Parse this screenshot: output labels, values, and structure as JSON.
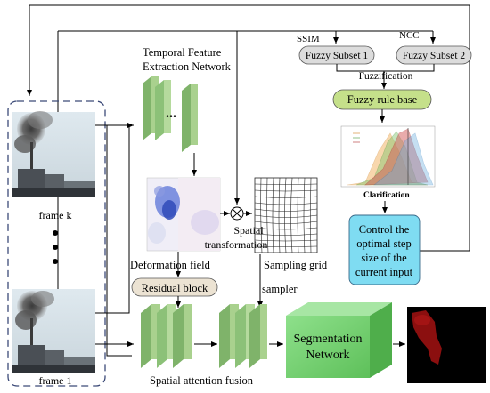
{
  "labels": {
    "temporal_network": [
      "Temporal Feature",
      "Extraction Network"
    ],
    "frame_k": "frame k",
    "frame_1": "frame 1",
    "ssim": "SSIM",
    "ncc": "NCC",
    "fuzzy_subset_1": "Fuzzy Subset 1",
    "fuzzy_subset_2": "Fuzzy Subset 2",
    "fuzzification": "Fuzzification",
    "fuzzy_rule_base": "Fuzzy rule base",
    "clarification": "Clarification",
    "control_box": [
      "Control the",
      "optimal step",
      "size of the",
      "current input"
    ],
    "spatial_transformation": [
      "Spatial",
      "transformation"
    ],
    "deformation_field": "Deformation field",
    "sampling_grid": "Sampling grid",
    "residual_block": "Residual block",
    "sampler": "sampler",
    "spatial_attention_fusion": "Spatial attention fusion",
    "segmentation_network": [
      "Segmentation",
      "Network"
    ],
    "ellipsis": "...",
    "multiply_symbol": "⊗"
  },
  "colors": {
    "block_green": "#a9d18e",
    "block_green_dark": "#7fb36a",
    "fuzzy_subset_fill": "#dcdcdc",
    "fuzzy_rule_fill": "#c5e08a",
    "residual_fill": "#ece3d3",
    "control_fill": "#7fdcf2",
    "segmentation_fill": "#7ed37b",
    "frame_border": "#3c4a78",
    "segmentation_mask": "#8b0f0f"
  }
}
